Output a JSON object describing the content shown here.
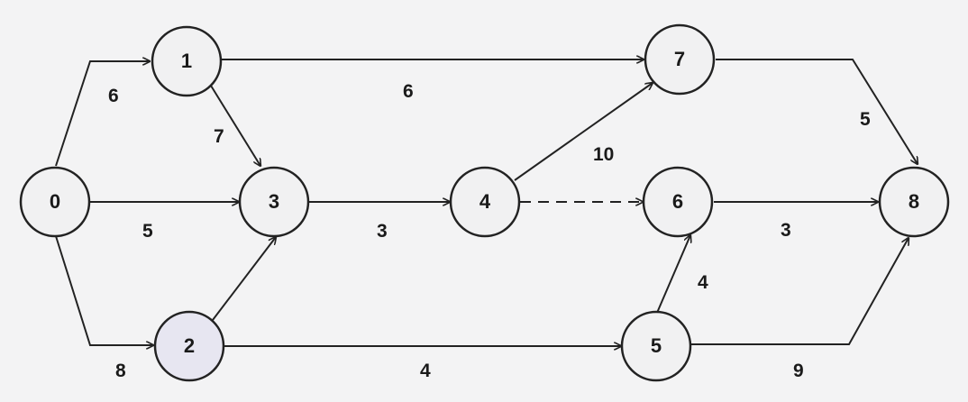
{
  "diagram": {
    "nodes": [
      {
        "id": "0",
        "label": "0"
      },
      {
        "id": "1",
        "label": "1"
      },
      {
        "id": "2",
        "label": "2"
      },
      {
        "id": "3",
        "label": "3"
      },
      {
        "id": "4",
        "label": "4"
      },
      {
        "id": "5",
        "label": "5"
      },
      {
        "id": "6",
        "label": "6"
      },
      {
        "id": "7",
        "label": "7"
      },
      {
        "id": "8",
        "label": "8"
      }
    ],
    "edges": [
      {
        "from": "0",
        "to": "1",
        "weight": "6"
      },
      {
        "from": "0",
        "to": "3",
        "weight": "5"
      },
      {
        "from": "0",
        "to": "2",
        "weight": "8"
      },
      {
        "from": "1",
        "to": "7",
        "weight": "6"
      },
      {
        "from": "1",
        "to": "3",
        "weight": "7"
      },
      {
        "from": "2",
        "to": "3",
        "weight": ""
      },
      {
        "from": "2",
        "to": "5",
        "weight": "4"
      },
      {
        "from": "3",
        "to": "4",
        "weight": "3"
      },
      {
        "from": "4",
        "to": "7",
        "weight": "10"
      },
      {
        "from": "4",
        "to": "6",
        "weight": "",
        "dashed": true
      },
      {
        "from": "5",
        "to": "6",
        "weight": "4"
      },
      {
        "from": "5",
        "to": "8",
        "weight": "9"
      },
      {
        "from": "6",
        "to": "8",
        "weight": "3"
      },
      {
        "from": "7",
        "to": "8",
        "weight": "5"
      }
    ]
  }
}
